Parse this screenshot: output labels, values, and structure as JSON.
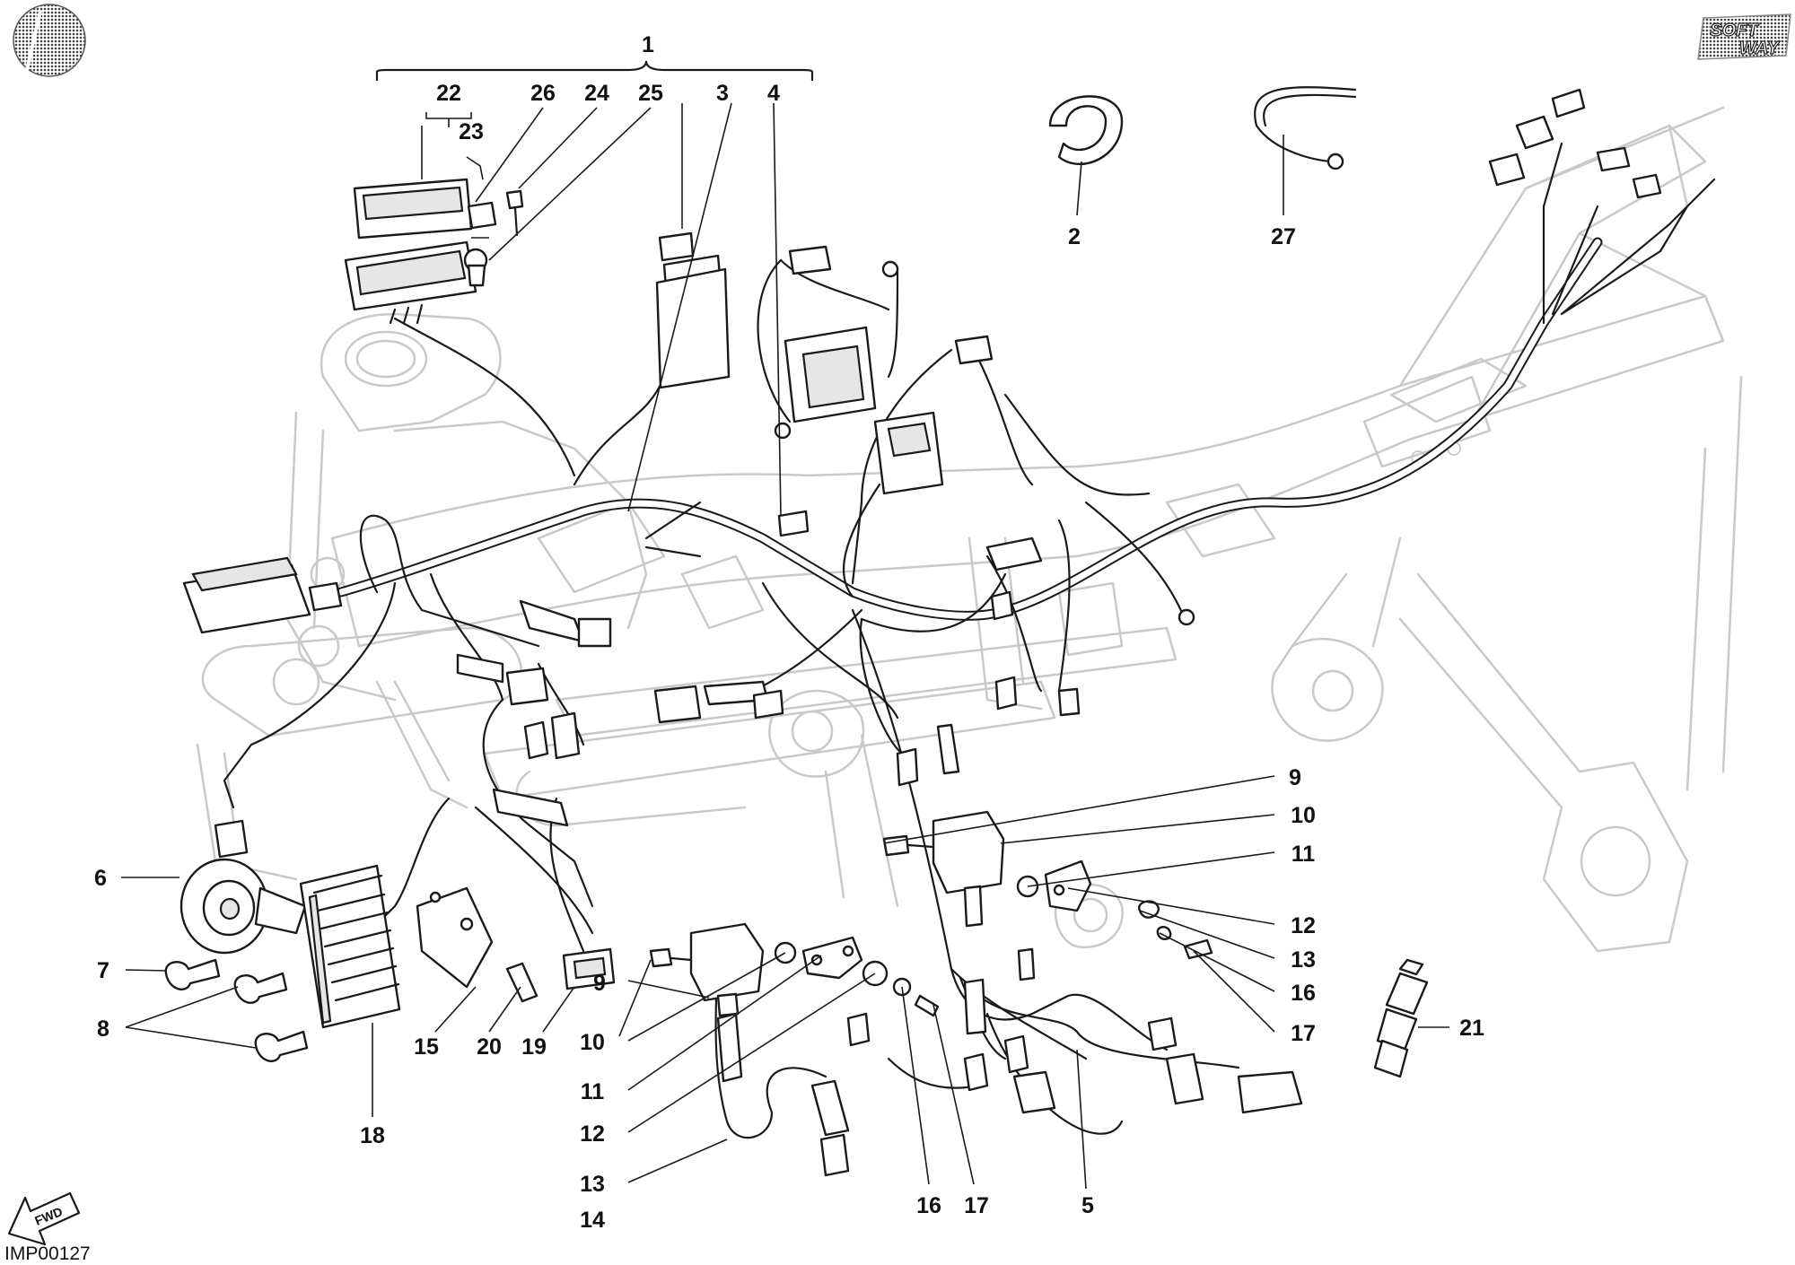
{
  "diagram_code": "IMP00127",
  "logo_text": [
    "SOFT",
    "WAY"
  ],
  "fwd_label": "FWD",
  "group_label": "1",
  "callouts": [
    {
      "id": "c22",
      "text": "22"
    },
    {
      "id": "c23",
      "text": "23"
    },
    {
      "id": "c26",
      "text": "26"
    },
    {
      "id": "c24",
      "text": "24"
    },
    {
      "id": "c25",
      "text": "25"
    },
    {
      "id": "c3",
      "text": "3"
    },
    {
      "id": "c4",
      "text": "4"
    },
    {
      "id": "c2",
      "text": "2"
    },
    {
      "id": "c27",
      "text": "27"
    },
    {
      "id": "c6",
      "text": "6"
    },
    {
      "id": "c7",
      "text": "7"
    },
    {
      "id": "c8",
      "text": "8"
    },
    {
      "id": "c18",
      "text": "18"
    },
    {
      "id": "c15",
      "text": "15"
    },
    {
      "id": "c20",
      "text": "20"
    },
    {
      "id": "c19",
      "text": "19"
    },
    {
      "id": "c9a",
      "text": "9"
    },
    {
      "id": "c10a",
      "text": "10"
    },
    {
      "id": "c11a",
      "text": "11"
    },
    {
      "id": "c12a",
      "text": "12"
    },
    {
      "id": "c13a",
      "text": "13"
    },
    {
      "id": "c14",
      "text": "14"
    },
    {
      "id": "c16a",
      "text": "16"
    },
    {
      "id": "c17a",
      "text": "17"
    },
    {
      "id": "c5",
      "text": "5"
    },
    {
      "id": "c9b",
      "text": "9"
    },
    {
      "id": "c10b",
      "text": "10"
    },
    {
      "id": "c11b",
      "text": "11"
    },
    {
      "id": "c12b",
      "text": "12"
    },
    {
      "id": "c13b",
      "text": "13"
    },
    {
      "id": "c16b",
      "text": "16"
    },
    {
      "id": "c17b",
      "text": "17"
    },
    {
      "id": "c21",
      "text": "21"
    }
  ]
}
